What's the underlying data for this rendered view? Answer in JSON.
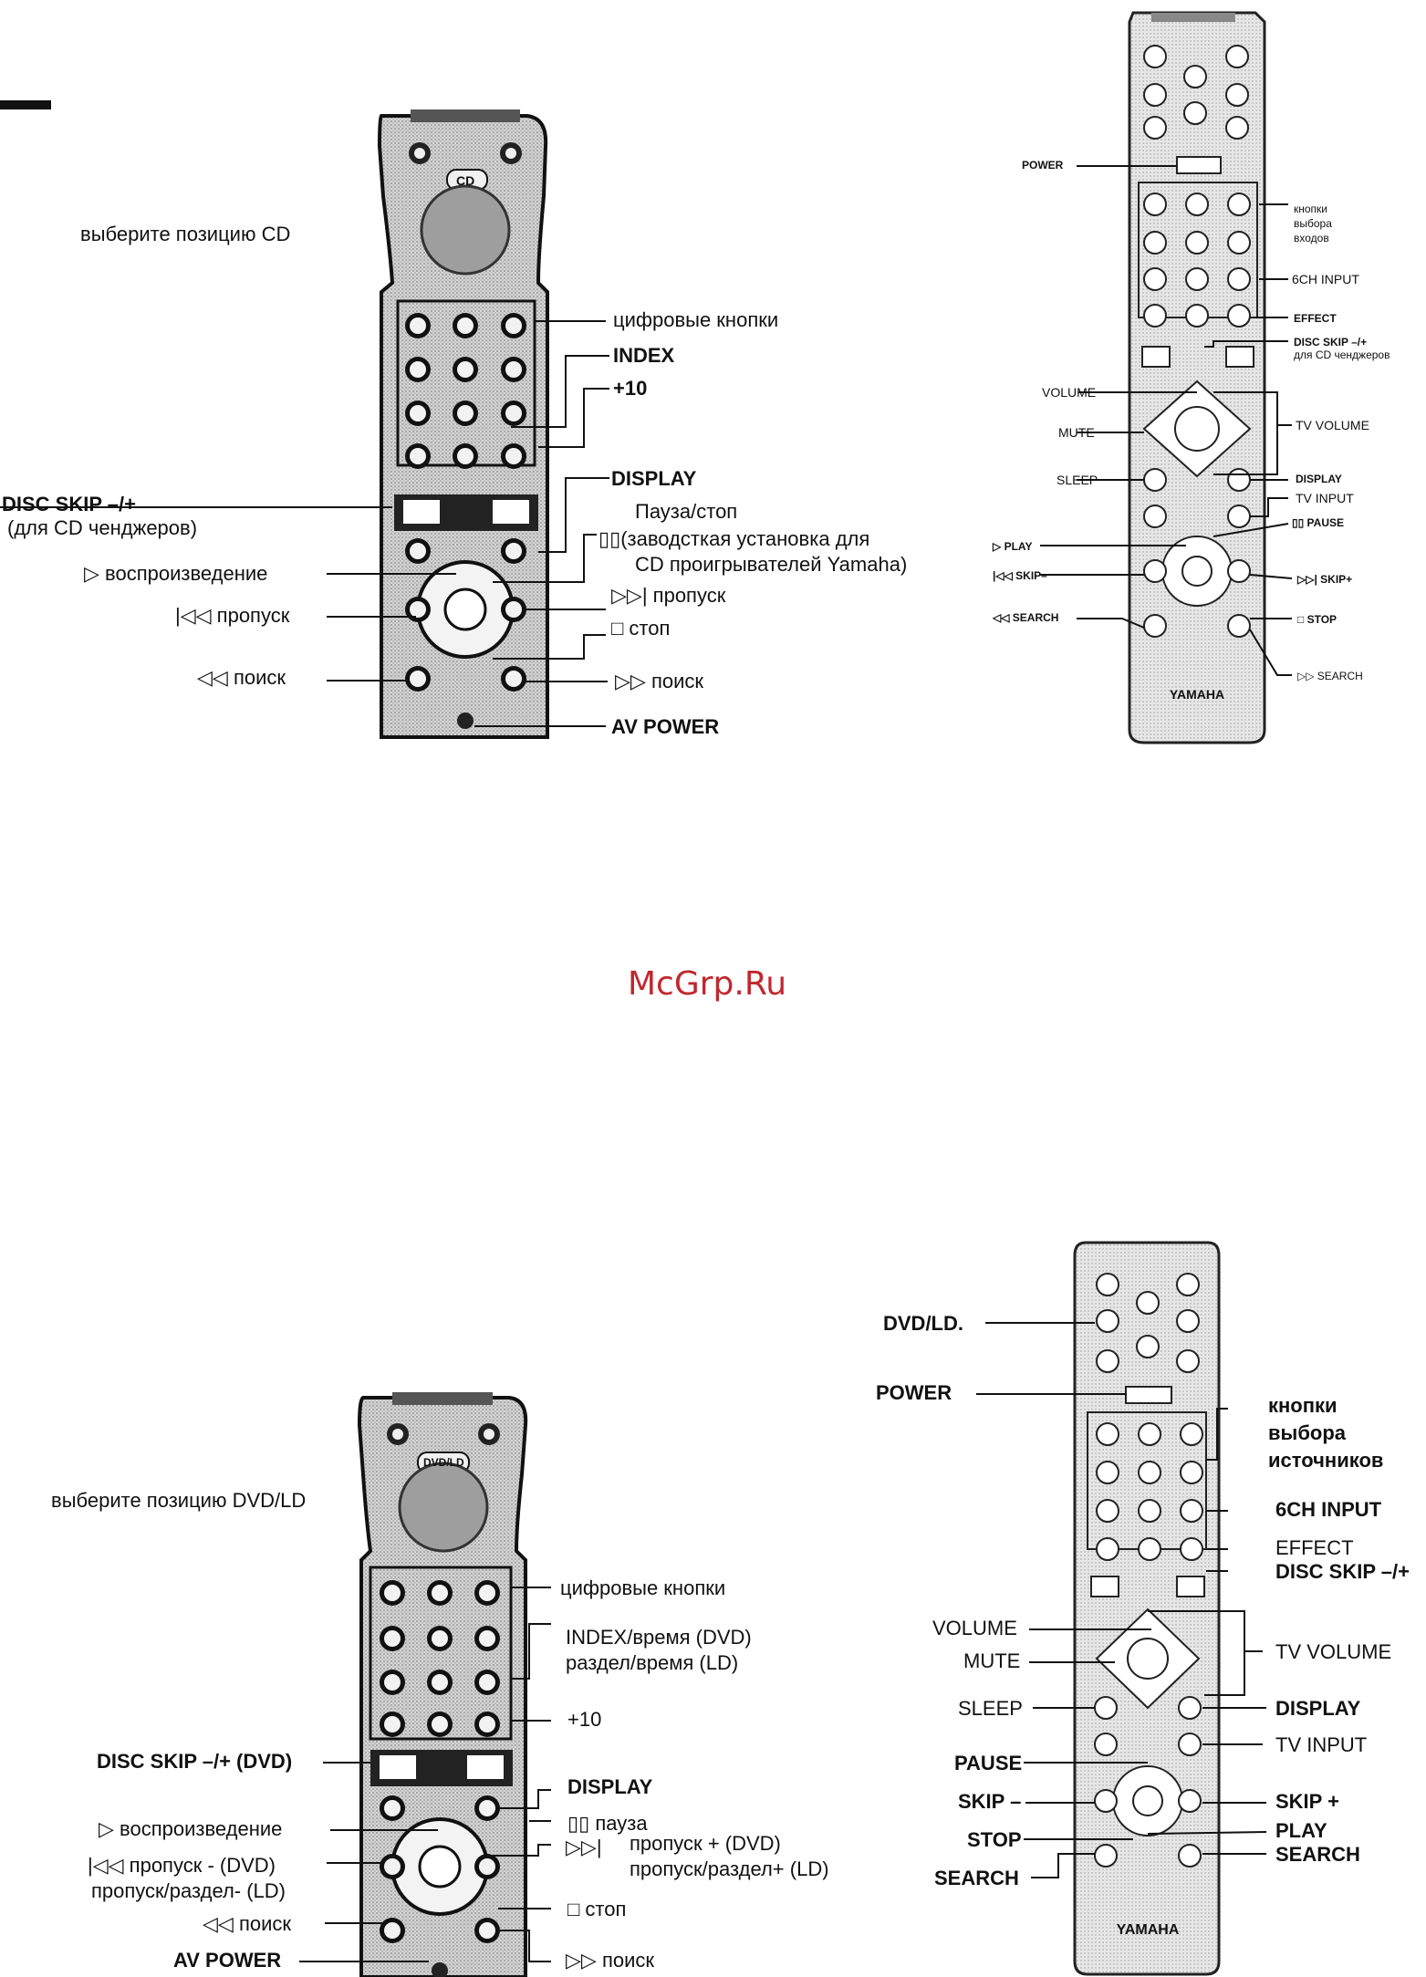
{
  "corner_fragment": "…",
  "watermark": "McGrp.Ru",
  "panel_cd_big": {
    "select": "выберите позицию CD",
    "digits": "цифровые кнопки",
    "index": "INDEX",
    "plus10": "+10",
    "disc_skip": "DISC SKIP –/+",
    "disc_skip_note": "(для CD ченджеров)",
    "display": "DISPLAY",
    "pause_1": "Пауза/стоп",
    "pause_2": "(заводсткая установка для",
    "pause_3": "CD проигрывателей Yamaha)",
    "play": "воспроизведение",
    "skip_back": "пропуск",
    "skip_fwd": "пропуск",
    "stop": "стоп",
    "search_back": "поиск",
    "search_fwd": "поиск",
    "av_power": "AV POWER",
    "remote_top_label": "CD"
  },
  "panel_cd_small": {
    "power": "POWER",
    "input_btns_1": "кнопки",
    "input_btns_2": "выбора",
    "input_btns_3": "входов",
    "six_ch": "6CH INPUT",
    "effect": "EFFECT",
    "disc_skip": "DISC SKIP –/+",
    "disc_skip_note": "для CD ченджеров",
    "volume": "VOLUME",
    "mute": "MUTE",
    "tv_volume": "TV VOLUME",
    "sleep": "SLEEP",
    "display": "DISPLAY",
    "tv_input": "TV INPUT",
    "pause": "PAUSE",
    "play": "PLAY",
    "skip_minus": "SKIP–",
    "skip_plus": "SKIP+",
    "search_back": "SEARCH",
    "stop": "STOP",
    "search_fwd": "SEARCH",
    "brand": "YAMAHA"
  },
  "panel_dvd_big": {
    "select": "выберите позицию DVD/LD",
    "digits": "цифровые кнопки",
    "index_1": "INDEX/время (DVD)",
    "index_2": "раздел/время (LD)",
    "plus10": "+10",
    "disc_skip": "DISC SKIP –/+ (DVD)",
    "display": "DISPLAY",
    "play": "воспроизведение",
    "pause": "пауза",
    "skip_fwd_1": "пропуск + (DVD)",
    "skip_fwd_2": "пропуск/раздел+ (LD)",
    "skip_back_1": "пропуск - (DVD)",
    "skip_back_2": "пропуск/раздел- (LD)",
    "stop": "стоп",
    "search_back": "поиск",
    "search_fwd": "поиск",
    "av_power": "AV POWER",
    "remote_top_label": "DVD/LD"
  },
  "panel_dvd_small": {
    "dvd_ld": "DVD/LD.",
    "power": "POWER",
    "src_1": "кнопки",
    "src_2": "выбора",
    "src_3": "источников",
    "six_ch": "6CH INPUT",
    "effect": "EFFECT",
    "disc_skip": "DISC SKIP –/+",
    "volume": "VOLUME",
    "mute": "MUTE",
    "tv_volume": "TV VOLUME",
    "sleep": "SLEEP",
    "display": "DISPLAY",
    "pause": "PAUSE",
    "tv_input": "TV INPUT",
    "skip_minus": "SKIP –",
    "skip_plus": "SKIP +",
    "stop": "STOP",
    "play": "PLAY",
    "search_left": "SEARCH",
    "search_right": "SEARCH",
    "brand": "YAMAHA"
  }
}
